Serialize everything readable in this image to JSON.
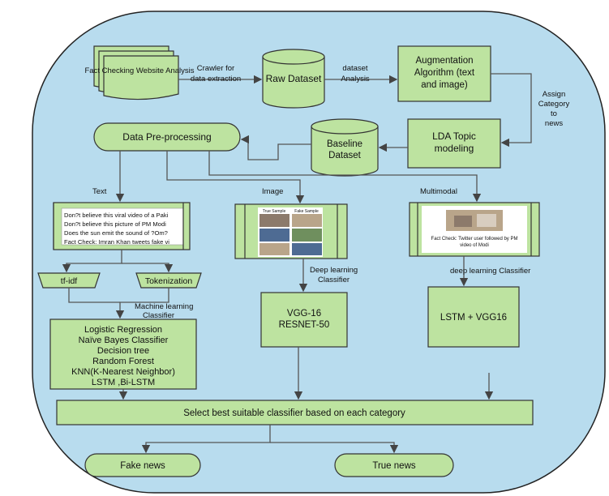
{
  "nodes": {
    "fact_checking": "Fact Checking Website Analysis",
    "raw_dataset": "Raw Dataset",
    "augmentation": [
      "Augmentation",
      "Algorithm (text",
      "and image)"
    ],
    "lda": [
      "LDA  Topic",
      "modeling"
    ],
    "baseline": [
      "Baseline",
      "Dataset"
    ],
    "preprocessing": "Data Pre-processing",
    "tfidf": "tf-idf",
    "tokenization": "Tokenization",
    "ml_classifiers": [
      "Logistic Regression",
      "Naïve Bayes Classifier",
      "Decision tree",
      "Random Forest",
      "KNN(K-Nearest Neighbor)",
      "LSTM ,Bi-LSTM"
    ],
    "vgg_resnet": [
      "VGG-16",
      "RESNET-50"
    ],
    "lstm_vgg": "LSTM + VGG16",
    "select_best": "Select best  suitable classifier based on each category",
    "fake_news": "Fake news",
    "true_news": "True news"
  },
  "edge_labels": {
    "crawler": [
      "Crawler for",
      "data extraction"
    ],
    "dataset_analysis": [
      "dataset",
      "Analysis"
    ],
    "assign_category": [
      "Assign",
      "Category",
      "to",
      "news"
    ],
    "text": "Text",
    "image": "Image",
    "multimodal": "Multimodal",
    "deep_learning_1": [
      "Deep learning",
      "Classifier"
    ],
    "deep_learning_2": "deep learning Classifier",
    "machine_learning": [
      "Machine learning",
      "Classifier"
    ]
  },
  "samples": {
    "text_lines": [
      "Don?t believe this viral video of a Paki",
      "Don?t believe this picture of PM Modi",
      "Does the sun emit the sound of ?Om?",
      "Fact Check: Imran Khan tweets fake vi"
    ],
    "image_headers": [
      "True Sample",
      "Fake Sample"
    ],
    "multimodal_caption": [
      "Fact Check: Twitter user followed by PM",
      "video of Modi"
    ]
  },
  "colors": {
    "background_oval": "#b8dcee",
    "node_fill": "#bde3a0",
    "stroke": "#333333"
  }
}
